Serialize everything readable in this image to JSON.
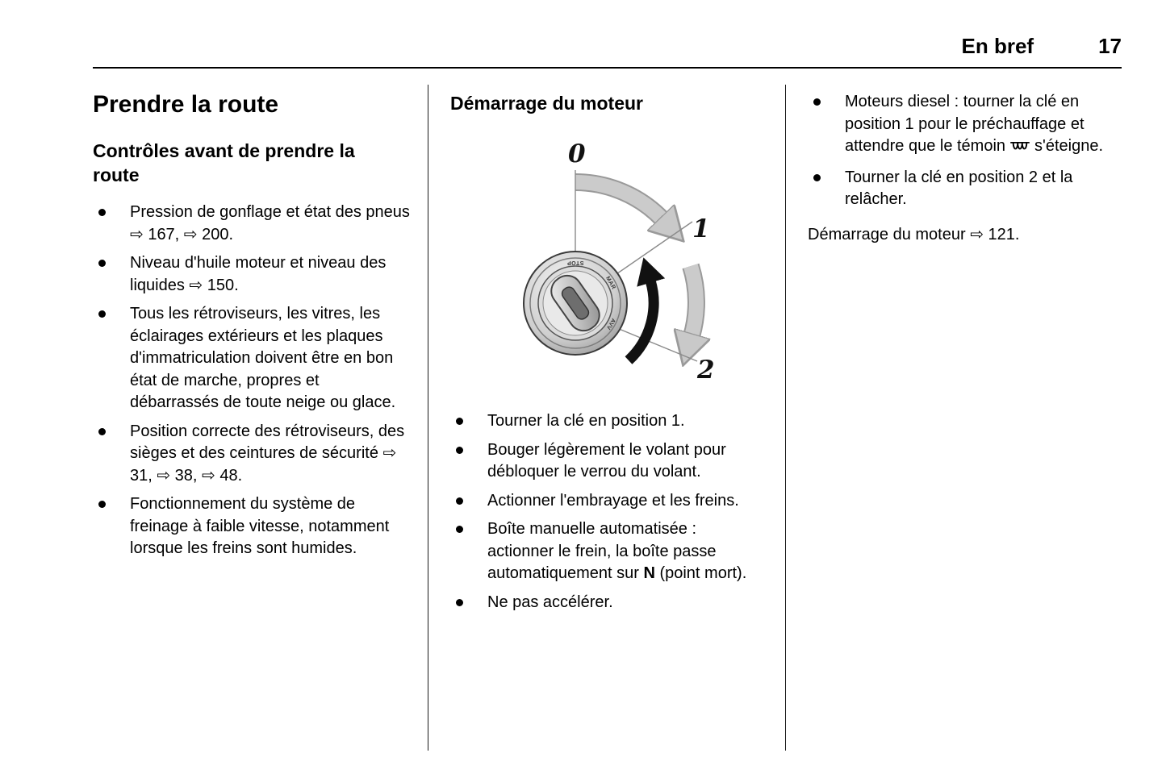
{
  "header": {
    "section_title": "En bref",
    "page_number": "17"
  },
  "col1": {
    "title": "Prendre la route",
    "subtitle": "Contrôles avant de prendre la route",
    "bullets": [
      "Pression de gonflage et état des pneus ⇨ 167, ⇨ 200.",
      "Niveau d'huile moteur et niveau des liquides ⇨ 150.",
      "Tous les rétroviseurs, les vitres, les éclairages extérieurs et les plaques d'immatriculation doivent être en bon état de marche, propres et débarrassés de toute neige ou glace.",
      "Position correcte des rétroviseurs, des sièges et des ceintures de sécurité ⇨ 31, ⇨ 38, ⇨ 48.",
      "Fonctionnement du système de freinage à faible vitesse, notamment lorsque les freins sont humides."
    ]
  },
  "col2": {
    "title": "Démarrage du moteur",
    "figure": {
      "position_labels": [
        "0",
        "1",
        "2"
      ],
      "lock_labels": [
        "STOP",
        "MAR",
        "AVV"
      ]
    },
    "bullets": [
      "Tourner la clé en position 1.",
      "Bouger légèrement le volant pour débloquer le verrou du volant.",
      "Actionner l'embrayage et les freins."
    ],
    "bullet_gearbox": {
      "before": "Boîte manuelle automatisée : actionner le frein, la boîte passe automatiquement sur ",
      "bold": "N",
      "after": " (point mort)."
    },
    "bullet_last": "Ne pas accélérer."
  },
  "col3": {
    "bullet_diesel": {
      "before": "Moteurs diesel : tourner la clé en position 1 pour le préchauffage et attendre que le témoin",
      "after": "s'éteigne."
    },
    "bullets": [
      "Tourner la clé en position 2 et la relâcher."
    ],
    "footer": "Démarrage du moteur ⇨ 121."
  }
}
